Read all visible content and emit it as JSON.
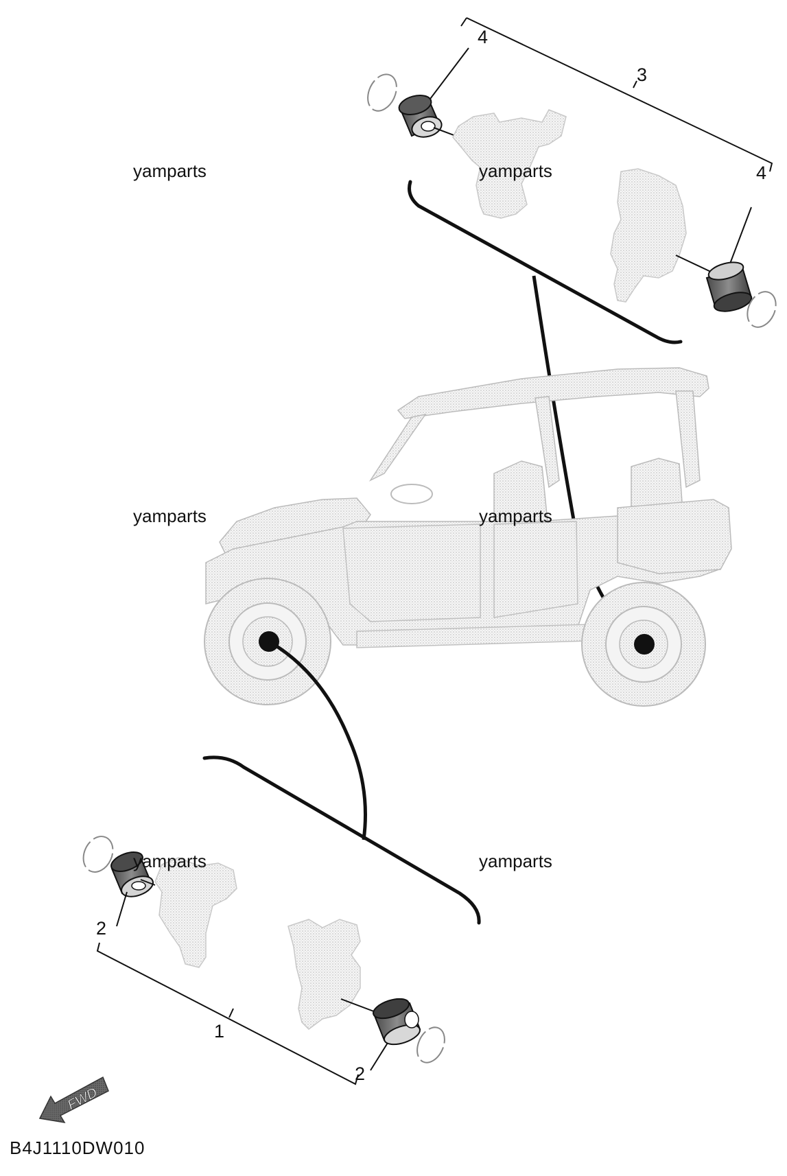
{
  "diagram": {
    "part_code": "B4J1110DW010",
    "fwd_label": "FWD",
    "watermark": "yamparts",
    "callouts": {
      "one": "1",
      "two": "2",
      "three": "3",
      "four": "4"
    }
  }
}
